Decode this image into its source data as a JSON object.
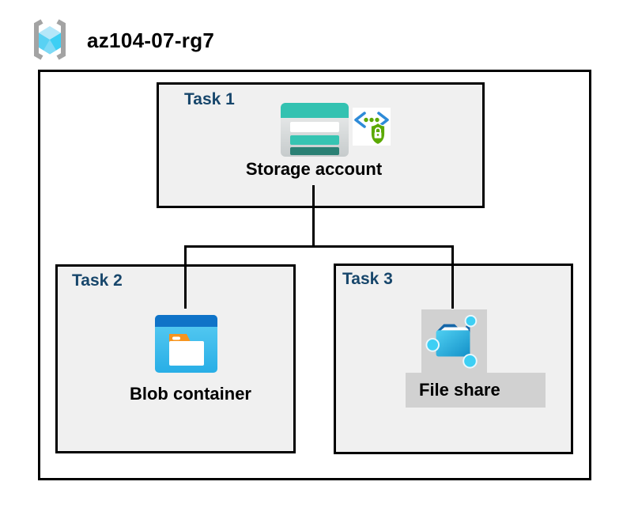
{
  "header": {
    "title": "az104-07-rg7",
    "icon": "resource-group-icon"
  },
  "tasks": {
    "task1": {
      "label": "Task 1",
      "item_label": "Storage account",
      "icons": [
        "storage-account-icon",
        "sas-secure-code-icon"
      ]
    },
    "task2": {
      "label": "Task 2",
      "item_label": "Blob container",
      "icons": [
        "blob-container-icon"
      ]
    },
    "task3": {
      "label": "Task 3",
      "item_label": "File share",
      "icons": [
        "file-share-icon"
      ]
    }
  },
  "colors": {
    "box_fill": "#F0F0F0",
    "task_label": "#17466B",
    "highlight": "#D1D1D1",
    "line": "#000000",
    "storage_teal": "#33C2B1",
    "storage_teal_mid": "#36C4B2",
    "storage_teal_dark": "#2A8074",
    "blob_header_blue": "#0F73C8",
    "folder_orange": "#F7941E",
    "cyan_node": "#3DCFF4",
    "file_flap_blue": "#1566A8",
    "sas_green": "#5BA902",
    "sas_blue": "#2E8BD8",
    "bracket_gray": "#A3A3A3"
  }
}
